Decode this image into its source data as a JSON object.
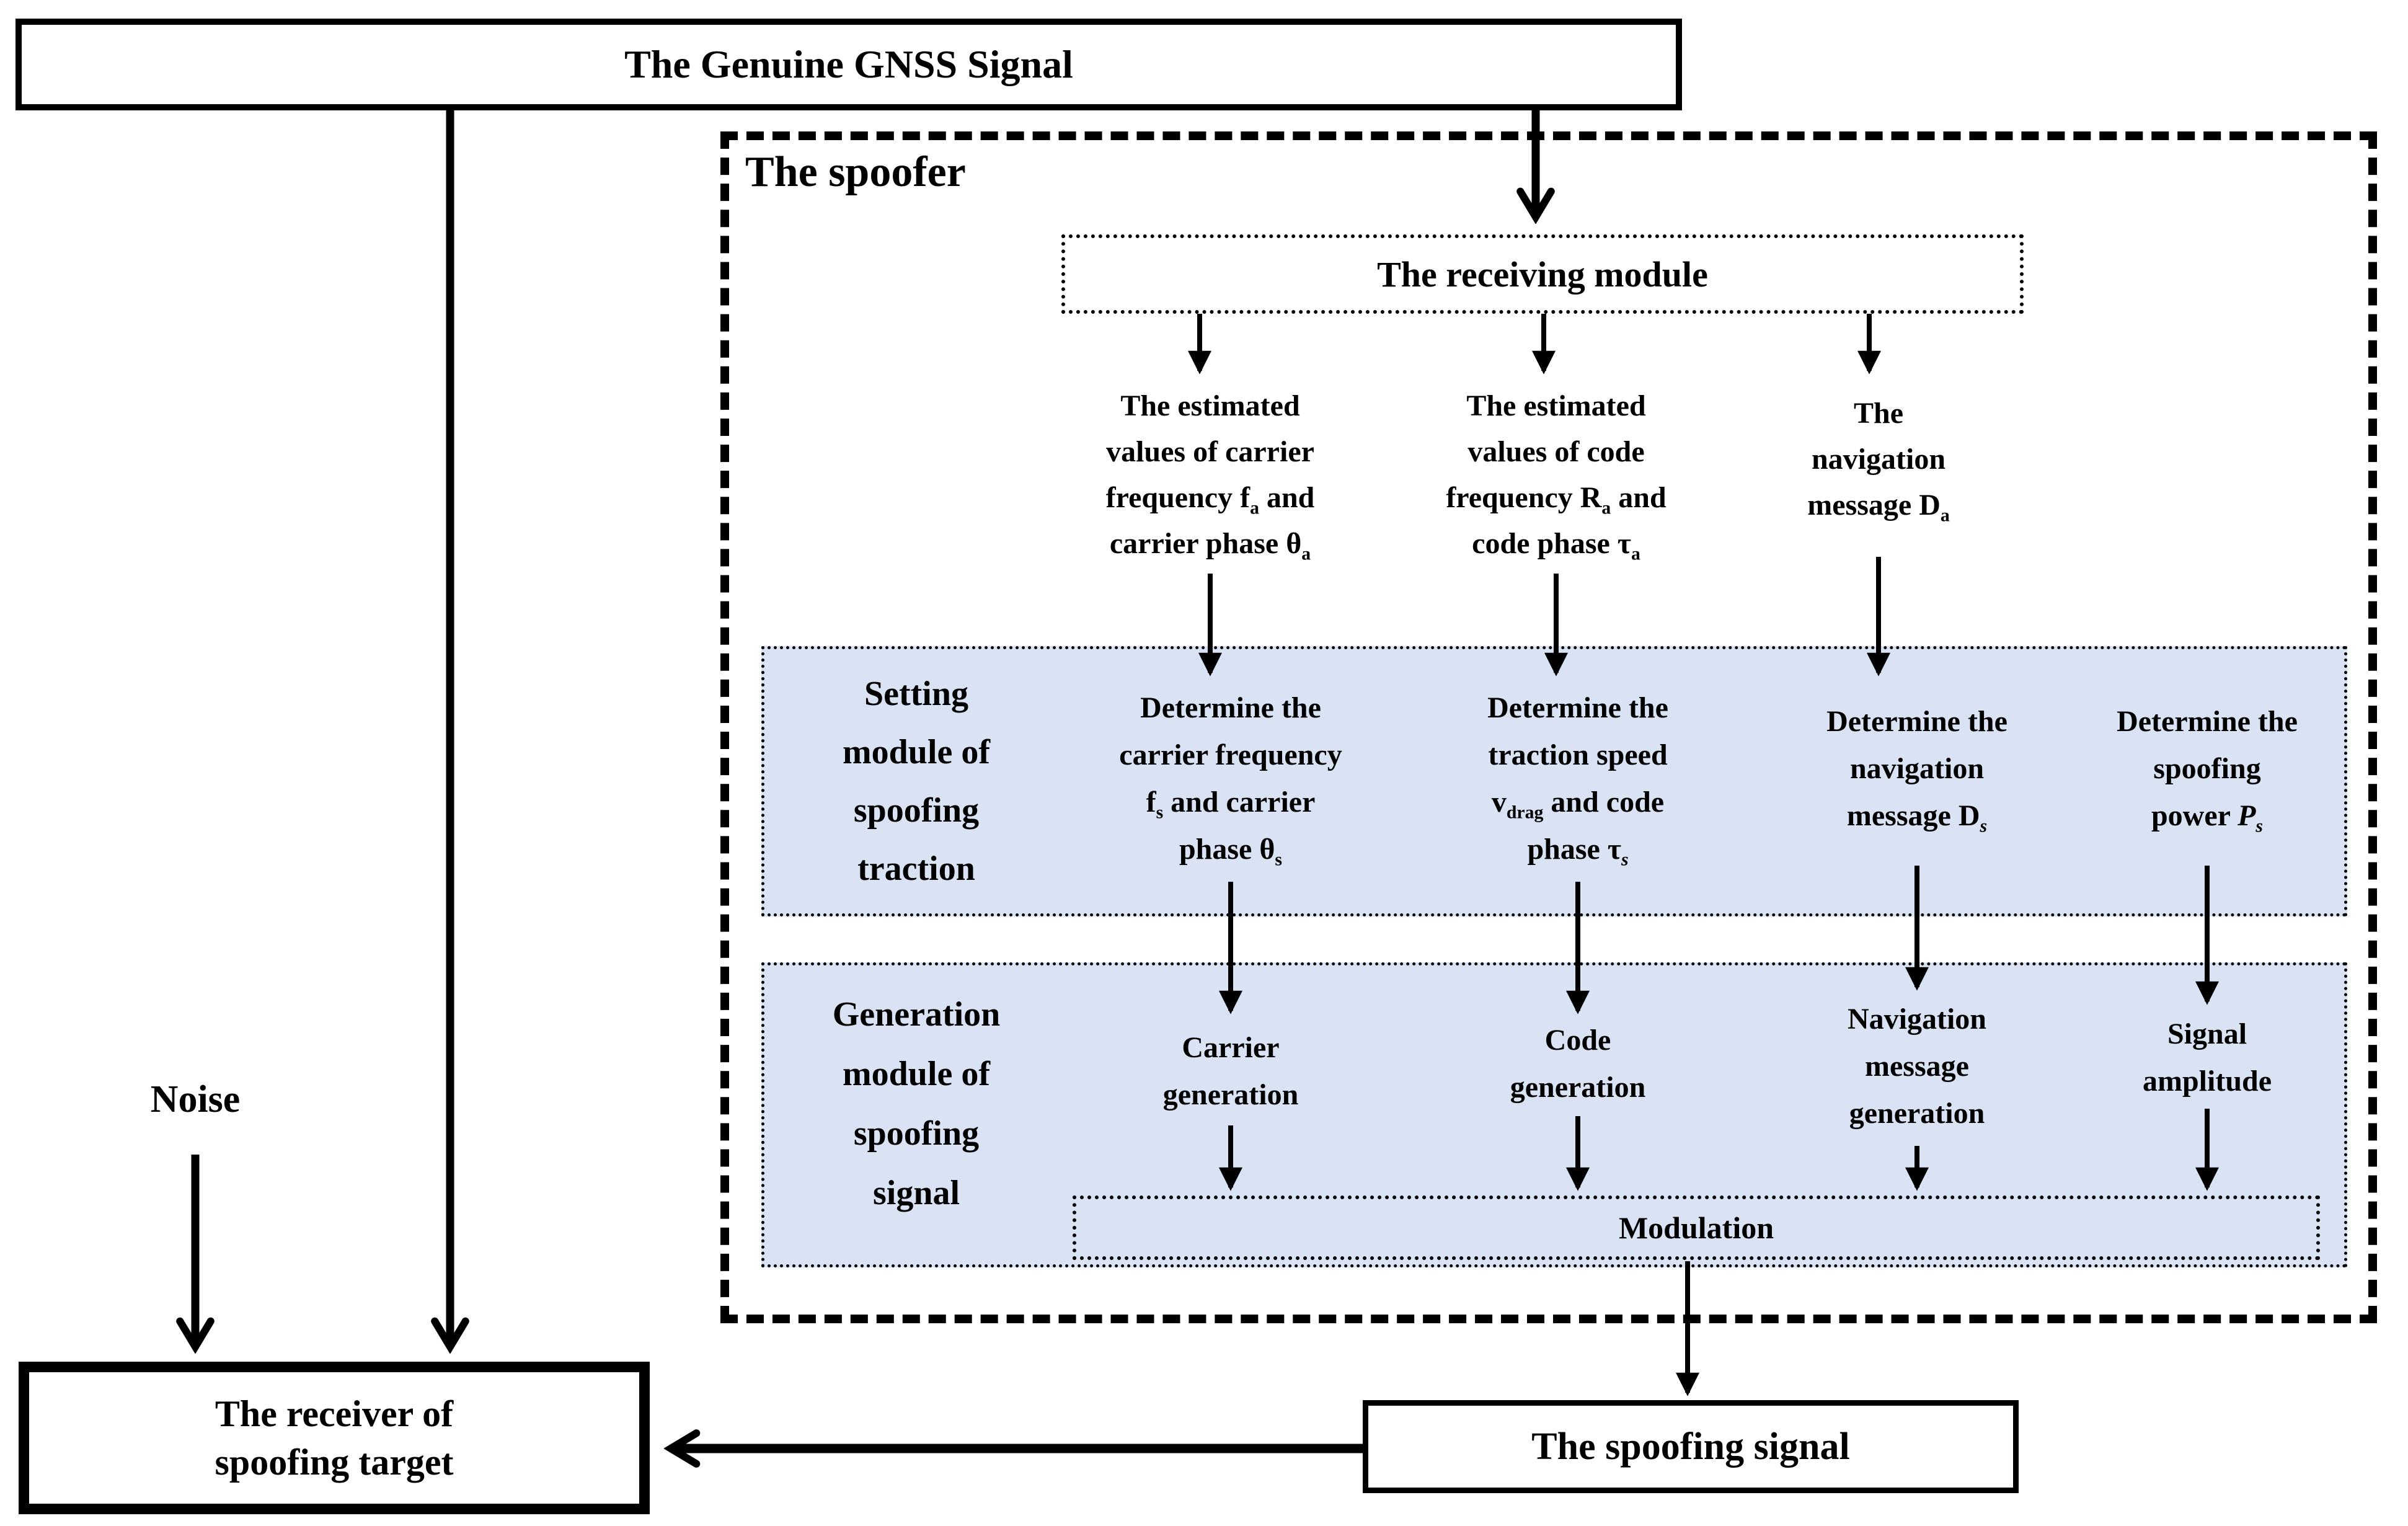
{
  "colors": {
    "module_fill": "#dae3f3",
    "line_color": "#000000",
    "background": "#ffffff"
  },
  "nodes": {
    "genuine_signal": "The Genuine GNSS Signal",
    "spoofer_label": "The spoofer",
    "receiving_module": "The receiving module",
    "noise": "Noise",
    "receiver_target": "The receiver of\nspoofing target",
    "spoofing_signal": "The spoofing signal",
    "modulation": "Modulation"
  },
  "receiving_outputs": [
    {
      "text": "The estimated\nvalues of carrier\nfrequency f_{a} and\ncarrier phase θ_{a}"
    },
    {
      "text": "The estimated\nvalues of code\nfrequency R_{a} and\ncode phase τ_{a}"
    },
    {
      "text": "The\nnavigation\nmessage D_{a}"
    }
  ],
  "setting_module": {
    "label": "Setting\nmodule of\nspoofing\ntraction",
    "items": [
      {
        "text": "Determine the\ncarrier frequency\nf_{s} and carrier\nphase θ_{s}"
      },
      {
        "text": "Determine the\ntraction speed\nv_{drag} and code\nphase τ_{*s*}"
      },
      {
        "text": "Determine the\nnavigation\nmessage D_{*s*}"
      },
      {
        "text": "Determine the\nspoofing\npower *P*_{*s*}"
      }
    ]
  },
  "generation_module": {
    "label": "Generation\nmodule of\nspoofing\nsignal",
    "items": [
      {
        "text": "Carrier\ngeneration"
      },
      {
        "text": "Code\ngeneration"
      },
      {
        "text": "Navigation\nmessage\ngeneration"
      },
      {
        "text": "Signal\namplitude"
      }
    ]
  }
}
